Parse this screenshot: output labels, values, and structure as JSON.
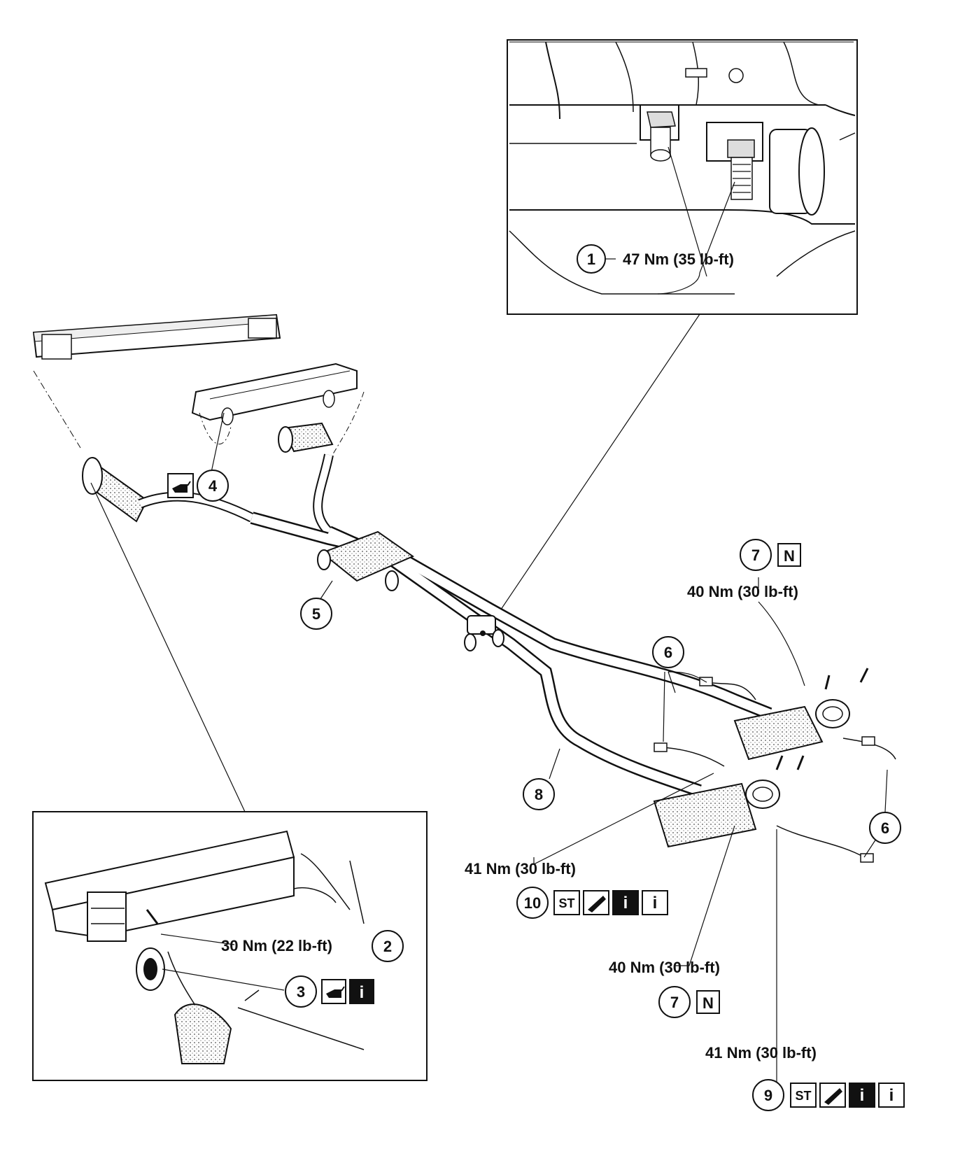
{
  "callouts": {
    "c1": {
      "number": "1",
      "torque": "47 Nm (35 lb-ft)"
    },
    "c2": {
      "number": "2",
      "torque": "30 Nm (22 lb-ft)"
    },
    "c3": {
      "number": "3",
      "icons": [
        "oil-can-icon",
        "info-icon-filled"
      ]
    },
    "c4": {
      "number": "4",
      "icons": [
        "oil-can-icon"
      ]
    },
    "c5": {
      "number": "5"
    },
    "c6a": {
      "number": "6"
    },
    "c6b": {
      "number": "6"
    },
    "c7top": {
      "number": "7",
      "badge": "N",
      "torque": "40 Nm (30 lb-ft)"
    },
    "c7bot": {
      "number": "7",
      "badge": "N",
      "torque": "40 Nm (30 lb-ft)"
    },
    "c8": {
      "number": "8"
    },
    "c9": {
      "number": "9",
      "torque": "41 Nm (30 lb-ft)",
      "badge": "ST",
      "icons": [
        "sensor-socket-icon",
        "info-icon-filled",
        "info-icon-outline"
      ]
    },
    "c10": {
      "number": "10",
      "torque": "41 Nm (30 lb-ft)",
      "badge": "ST",
      "icons": [
        "sensor-socket-icon",
        "info-icon-filled",
        "info-icon-outline"
      ]
    }
  },
  "icon_glyphs": {
    "info": "i"
  },
  "colors": {
    "ink": "#111111",
    "paper": "#ffffff",
    "shade": "#bdbdbd"
  }
}
